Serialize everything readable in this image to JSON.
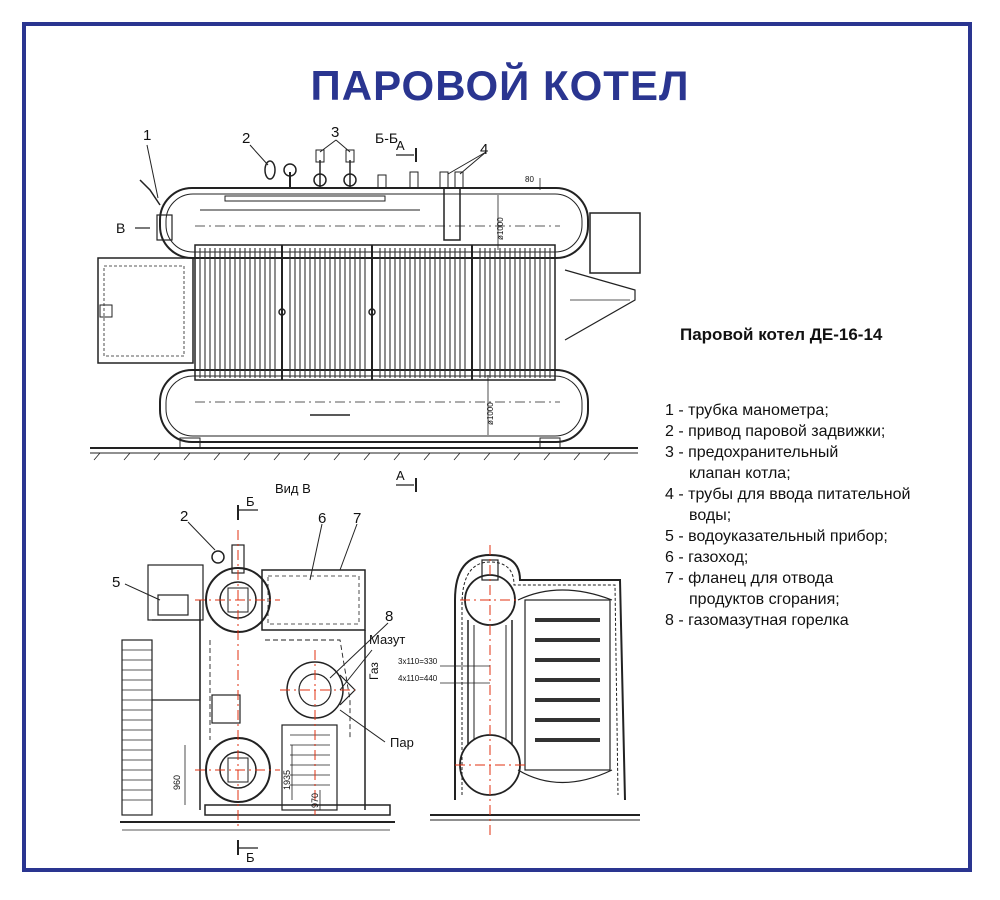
{
  "title": "ПАРОВОЙ КОТЕЛ",
  "subtitle": "Паровой котел ДЕ-16-14",
  "legend": [
    {
      "line1": "1 - трубка манометра;"
    },
    {
      "line1": "2 - привод паровой задвижки;"
    },
    {
      "line1": "3 - предохранительный",
      "line2": "клапан котла;"
    },
    {
      "line1": "4 - трубы для ввода питательной",
      "line2": "воды;"
    },
    {
      "line1": "5 - водоуказательный прибор;"
    },
    {
      "line1": "6 - газоход;"
    },
    {
      "line1": "7 - фланец для отвода",
      "line2": "продуктов сгорания;"
    },
    {
      "line1": "8 - газомазутная горелка"
    }
  ],
  "top_view": {
    "section_label": "Б-Б",
    "arrow_a": "А",
    "arrow_v": "В",
    "dim_80": "80",
    "dim_1000_top": "ø1000",
    "dim_1000_bottom": "ø1000",
    "callouts": [
      "1",
      "2",
      "3",
      "4"
    ]
  },
  "view_v": {
    "label": "Вид В",
    "section_b": "Б",
    "callouts": [
      "2",
      "5",
      "6",
      "7",
      "8"
    ],
    "mazut": "Мазут",
    "gaz": "Газ",
    "par": "Пар",
    "dim_960": "960",
    "dim_1935": "1935",
    "dim_970": "970"
  },
  "section_view": {
    "dim_330": "3х110=330",
    "dim_440": "4х110=440"
  },
  "colors": {
    "frame": "#2a3590",
    "title": "#2a3590",
    "axis": "#e03010"
  }
}
